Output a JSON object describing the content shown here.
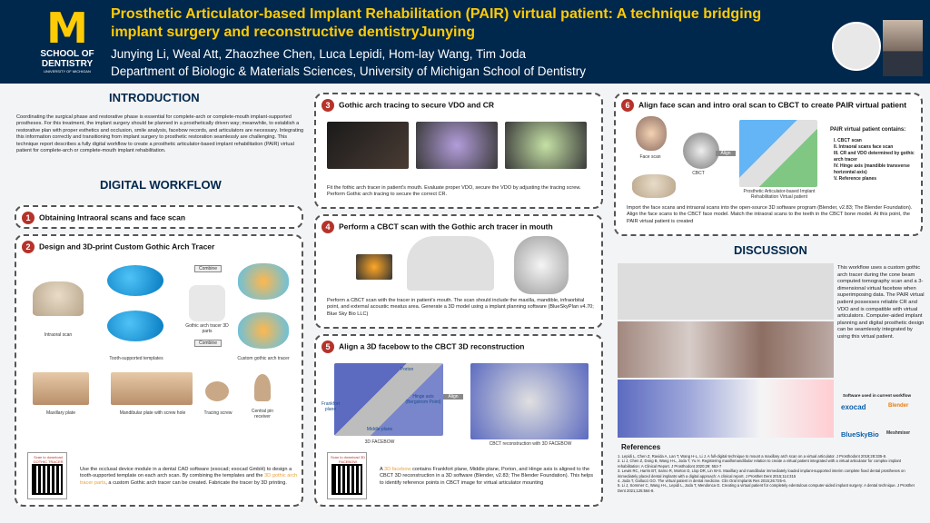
{
  "header": {
    "title": "Prosthetic Articulator-based Implant Rehabilitation (PAIR) virtual patient: A technique bridging implant surgery and reconstructive dentistryJunying",
    "authors": "Junying Li, Weal Att, Zhaozhee Chen, Luca Lepidi, Hom-lay Wang, Tim Joda",
    "department": "Department of Biologic & Materials Sciences, University of Michigan School of Dentistry",
    "logo_letter": "M",
    "logo_line1": "SCHOOL OF",
    "logo_line2": "DENTISTRY",
    "logo_line3": "UNIVERSITY OF MICHIGAN"
  },
  "introduction": {
    "title": "INTRODUCTION",
    "text": "Coordinating the surgical phase and restorative phase is essential for complete-arch or complete-mouth implant-supported prostheses. For this treatment, the implant surgery should be planned in a prosthetically driven way; meanwhile, to establish a restorative plan with proper esthetics and occlusion, smile analysis, facebow records, and articulators are necessary. Integrating this information correctly and transitioning from implant surgery to prosthetic restoration seamlessly are challenging. This technique report describes a fully digital workflow to create a prosthetic articulator-based implant rehabilitation (PAIR) virtual patient for complete-arch or complete-mouth implant rehabilitation."
  },
  "workflow": {
    "title": "DIGITAL WORKFLOW",
    "step1": {
      "num": "1",
      "title": "Obtaining Intraoral scans and face scan"
    },
    "step2": {
      "num": "2",
      "title": "Design and 3D-print Custom Gothic Arch Tracer",
      "labels": {
        "intraoral": "Intraoral scan",
        "tooth": "Tooth-supported templates",
        "parts": "Gothic arch tracer 3D parts",
        "custom": "Custom gothic arch tracer",
        "combine1": "Combine",
        "combine2": "Combine",
        "maxillary": "Maxillary plate",
        "mandibular": "Mandibular plate with screw hole",
        "screw": "Tracing screw",
        "pin": "Central pin receiver"
      },
      "qr_label": "Scan to download GOTHIC TRACER",
      "text_a": "Use the occlusal device module in a dental CAD software (exocad; exocad GmbH) to design a tooth-supported template on each arch scan. By combining the templates and the ",
      "text_hl": "3D gothic arch tracer parts",
      "text_b": ", a custom Gothic arch tracer can be created. Fabricate the tracer by 3D printing."
    },
    "step3": {
      "num": "3",
      "title": "Gothic arch tracing to secure VDO and CR",
      "text": "Fit the fothic arch tracer in patient's mouth. Evaluate proper VDO, secure the VDO by adjusting the tracing screw. Perform Gothic arch tracing to secure the correct CR."
    },
    "step4": {
      "num": "4",
      "title": "Perform a CBCT scan with the Gothic arch tracer in mouth",
      "text": "Perform a CBCT scan with the tracer in patient's mouth. The scan should include the maxilla, mandible, infraorbital point, and external acoustic meatus area. Generate a 3D model using a implant planning software (BlueSkyPlan v4.70; Blue Sky Bio LLC)"
    },
    "step5": {
      "num": "5",
      "title": "Align a 3D facebow to the CBCT 3D reconstruction",
      "labels": {
        "porion": "Porion",
        "hinge": "Hinge axis (Bergstrom Point)",
        "frankfort": "Frankfort plane",
        "middle": "Middle plane",
        "align": "Align",
        "facebow": "3D FACEBOW",
        "recon": "CBCT reconstruction with 3D FACEBOW"
      },
      "qr_label": "Scan to download 3D FACEBOW",
      "text_a": "A ",
      "text_hl": "3D facebow",
      "text_b": " contains Frankfort plane, Middle plane, Porion, and Hinge axis is aligned to the CBCT 3D reconstruction in a 3D software (Blender, v2.83; The Blender Foundation). This helps to identify reference points in CBCT image for virtual articulator mounting"
    },
    "step6": {
      "num": "6",
      "title": "Align face scan and intro oral scan to CBCT to create PAIR virtual patient",
      "labels": {
        "face": "Face scan",
        "cbct": "CBCT",
        "align": "Align",
        "pair": "Prosthetic Articulator-based Implant Rehabilitation Virtual patient"
      },
      "contains_title": "PAIR virtual patient contains:",
      "contains": [
        "I.   CBCT scan",
        "II.  Intraoral scans face scan",
        "III. CR and VDO determined by gothic arch tracer",
        "IV. Hinge axis (mandible transverse horizontal axis)",
        "V.  Reference planes"
      ],
      "text": "Import the face scans and intraoral scans into the open-source 3D software program (Blender, v2.83; The Blender Foundation). Align the face scans to the CBCT face model. Match the intraoral scans to the teeth in the CBCT bone model. At this point, the PAIR virtual patient is created"
    }
  },
  "discussion": {
    "title": "DISCUSSION",
    "text": "This workflow uses a custom gothic arch tracer during the cone beam computed tomography scan and a 3-dimensional virtual facebow when superimposing data. The PAIR virtual patient possesses reliable CR and VDO and is compatible with virtual articulators. Computer-aided implant planning and digital prosthetic design can be seamlessly integrated by using this virtual patient.",
    "software_title": "Software used in current workflow",
    "software": [
      "exocad",
      "Blender",
      "BlueSkyBio",
      "Meshmixer"
    ]
  },
  "references": {
    "title": "References",
    "items": [
      "1. Lepidi L, Chen Z, Ravida A, Lan T, Wang H-L, Li J. A full-digital technique to mount a maxillary arch scan on a virtual articulator. J Prosthodont 2019;28:335-8.",
      "2. Li J, Chen Z, Dong B, Wang H-L, Joda T, Yu H. Registering maxillomandibular relation to create a virtual patient integrated with a virtual articulator for complex implant rehabilitation: A Clinical Report. J Prosthodont 2020;29: 553-7",
      "3. Lewis RC, Harris BT, Sarno R, Morton D, Llop DR, Lin W-S. Maxillary and mandibular immediately loaded implant-supported interim complete fixed dental prostheses on immediately placed dental implants with a digital approach: A clinical report. J Prosthet Dent 2015;114:315",
      "4. Joda T, Gallucci GO. The virtual patient in dental medicine. Clin Oral Implants Res 2015;26:725-6.",
      "5. Li J, Sommer C, Wang H-L, Lepidi L, Joda T, Mendonca G. Creating a virtual patient for completely edentulous computer-aided implant surgery: A dental technique. J Prosthet Dent 2021;125:564-8."
    ]
  }
}
